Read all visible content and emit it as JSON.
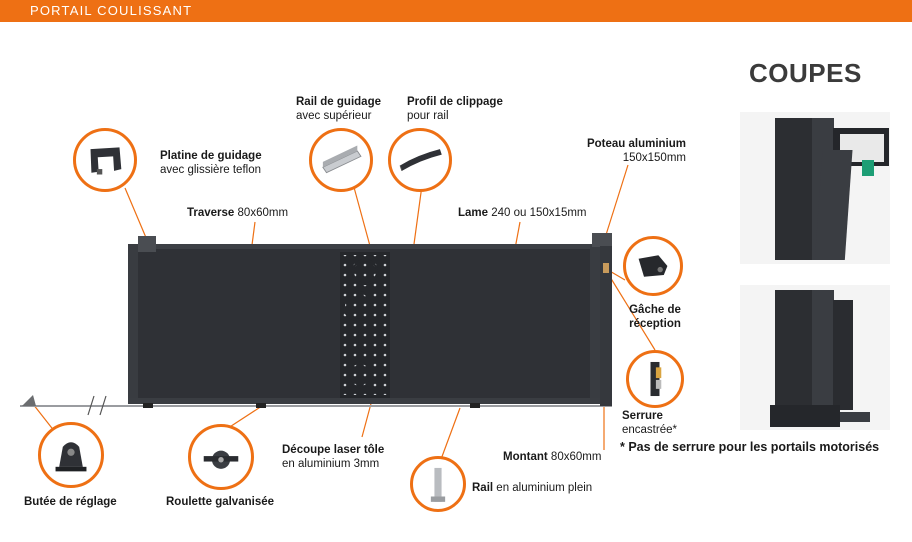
{
  "header": {
    "title": "PORTAIL COULISSANT"
  },
  "section_title": "COUPES",
  "labels": {
    "platine": {
      "bold": "Platine de guidage",
      "normal": "avec glissière teflon"
    },
    "rail_guidage": {
      "bold": "Rail de guidage",
      "normal": "avec supérieur"
    },
    "profil": {
      "bold": "Profil de clippage",
      "normal": "pour rail"
    },
    "poteau": {
      "bold": "Poteau aluminium",
      "normal": "150x150mm"
    },
    "traverse": {
      "bold": "Traverse",
      "normal": "80x60mm"
    },
    "lame": {
      "bold": "Lame",
      "normal": "240 ou 150x15mm"
    },
    "gache": {
      "bold1": "Gâche de",
      "bold2": "réception"
    },
    "serrure": {
      "bold": "Serrure",
      "normal": "encastrée*"
    },
    "montant": {
      "bold": "Montant",
      "normal": "80x60mm"
    },
    "decoupe": {
      "bold": "Découpe laser tôle",
      "normal": "en aluminium 3mm"
    },
    "rail": {
      "bold": "Rail",
      "normal": "en aluminium plein"
    },
    "butee": {
      "bold": "Butée de réglage"
    },
    "roulette": {
      "bold": "Roulette galvanisée"
    }
  },
  "note": "* Pas de serrure pour les portails motorisés",
  "colors": {
    "accent": "#ee7014",
    "gate": "#2f3136",
    "text": "#1a1a1a"
  }
}
